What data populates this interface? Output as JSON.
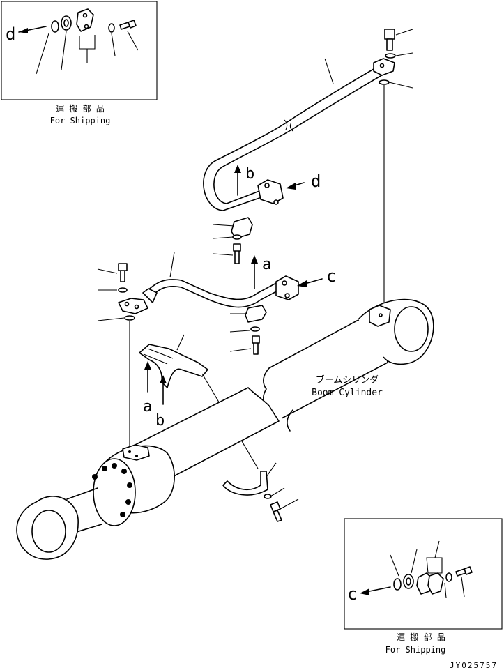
{
  "callouts": {
    "a": "a",
    "b": "b",
    "c": "c",
    "d": "d"
  },
  "boom_cylinder": {
    "jp": "ブームシリンダ",
    "en": "Boom Cylinder"
  },
  "inset_top_left": {
    "jp": "運 搬 部 品",
    "en": "For Shipping"
  },
  "inset_bottom_right": {
    "jp": "運 搬 部 品",
    "en": "For Shipping"
  },
  "drawing_number": "JY025757"
}
